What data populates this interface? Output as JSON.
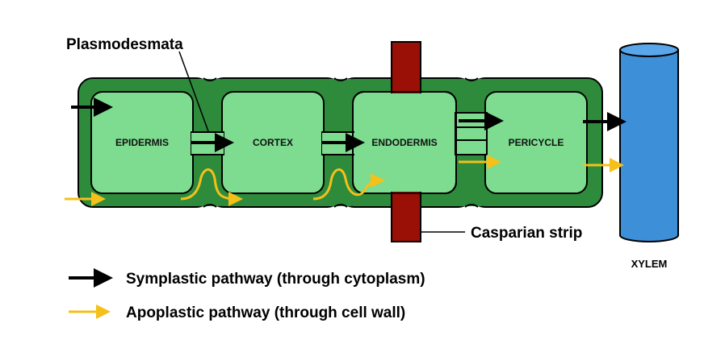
{
  "cells": {
    "epidermis": "EPIDERMIS",
    "cortex": "CORTEX",
    "endodermis": "ENDODERMIS",
    "pericycle": "PERICYCLE"
  },
  "labels": {
    "plasmodesmata": "Plasmodesmata",
    "casparian_strip": "Casparian strip",
    "xylem": "XYLEM"
  },
  "legend": {
    "symplastic": "Symplastic pathway (through cytoplasm)",
    "apoplastic": "Apoplastic pathway (through cell wall)"
  },
  "colors": {
    "cell_wall": "#2e8b3c",
    "cytoplasm": "#7ddc8f",
    "casparian_strip": "#9a0f06",
    "xylem": "#3d8fd8",
    "symplastic_arrow": "#000000",
    "apoplastic_arrow": "#f5c01a"
  }
}
